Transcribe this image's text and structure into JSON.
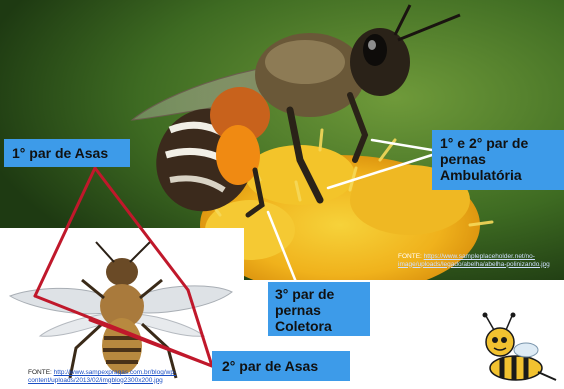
{
  "labels": {
    "asas_1": "1° par de Asas",
    "ambulatoria": "1° e 2° par de\npernas\nAmbulatória",
    "coletora": "3° par de\npernas\nColetora",
    "asas_2": "2° par de Asas"
  },
  "sources": {
    "top": {
      "prefix": "FONTE:",
      "url": "https://www.sampleplaceholder.net/no-image/uploads/legado/abelha/abelha-polinizando.jpg"
    },
    "bottom": {
      "prefix": "FONTE:",
      "url": "http://www.sampexpragas.com.br/blog/wp-content/uploads/2013/02/imgblog2300x200.jpg"
    }
  },
  "colors": {
    "label_box": "#3d9be9",
    "triangle_line": "#c0182b",
    "pointer_line": "#ffffff"
  },
  "icons": {
    "mascot": "cartoon-bee"
  }
}
